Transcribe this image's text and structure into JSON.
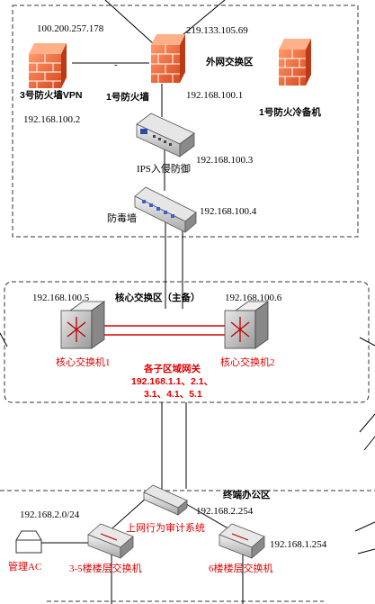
{
  "labels": {
    "ip_vpn_public": "100.200.257.178",
    "ip_fw1_public": "219.133.105.69",
    "outer_zone": "外网交换区",
    "link_dash": "-",
    "fw3_vpn": "3号防火墙VPN",
    "fw1": "1号防火墙",
    "ip_fw1_inside": "192.168.100.1",
    "fw1_standby": "1号防火冷备机",
    "ip_vpn_inside": "192.168.100.2",
    "ip_ips": "192.168.100.3",
    "ips": "IPS入侵防御",
    "ip_av": "192.168.100.4",
    "antivirus": "防毒墙",
    "ip_core1": "192.168.100.5",
    "core_zone": "核心交换区（主备）",
    "ip_core2": "192.168.100.6",
    "core1": "核心交换机1",
    "core2": "核心交换机2",
    "gateway_title": "各子区域网关",
    "gateway_line1": "192.168.1.1、2.1、",
    "gateway_line2": "3.1、4.1、5.1",
    "office_zone": "终端办公区",
    "ip_mgmt": "192.168.2.0/24",
    "ip_gw2": "192.168.2.254",
    "audit": "上网行为审计系统",
    "ip_gw1": "192.168.1.254",
    "mgmt_ac": "管理AC",
    "floor_3_5": "3-5楼楼层交换机",
    "floor_6": "6楼楼层交换机"
  }
}
